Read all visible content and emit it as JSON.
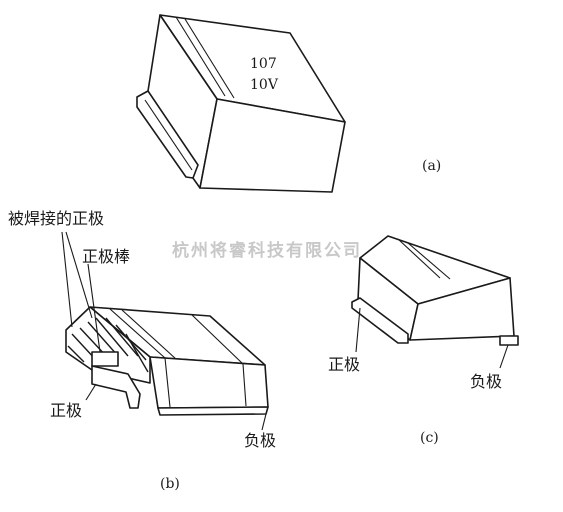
{
  "figure_a": {
    "marking_line1": "107",
    "marking_line2": "10V",
    "caption": "(a)"
  },
  "figure_b": {
    "label_welded_anode": "被焊接的正极",
    "label_anode_rod": "正极棒",
    "label_anode": "正极",
    "label_cathode": "负极",
    "caption": "(b)"
  },
  "figure_c": {
    "label_anode": "正极",
    "label_cathode": "负极",
    "caption": "(c)"
  },
  "watermark": "杭州将睿科技有限公司"
}
